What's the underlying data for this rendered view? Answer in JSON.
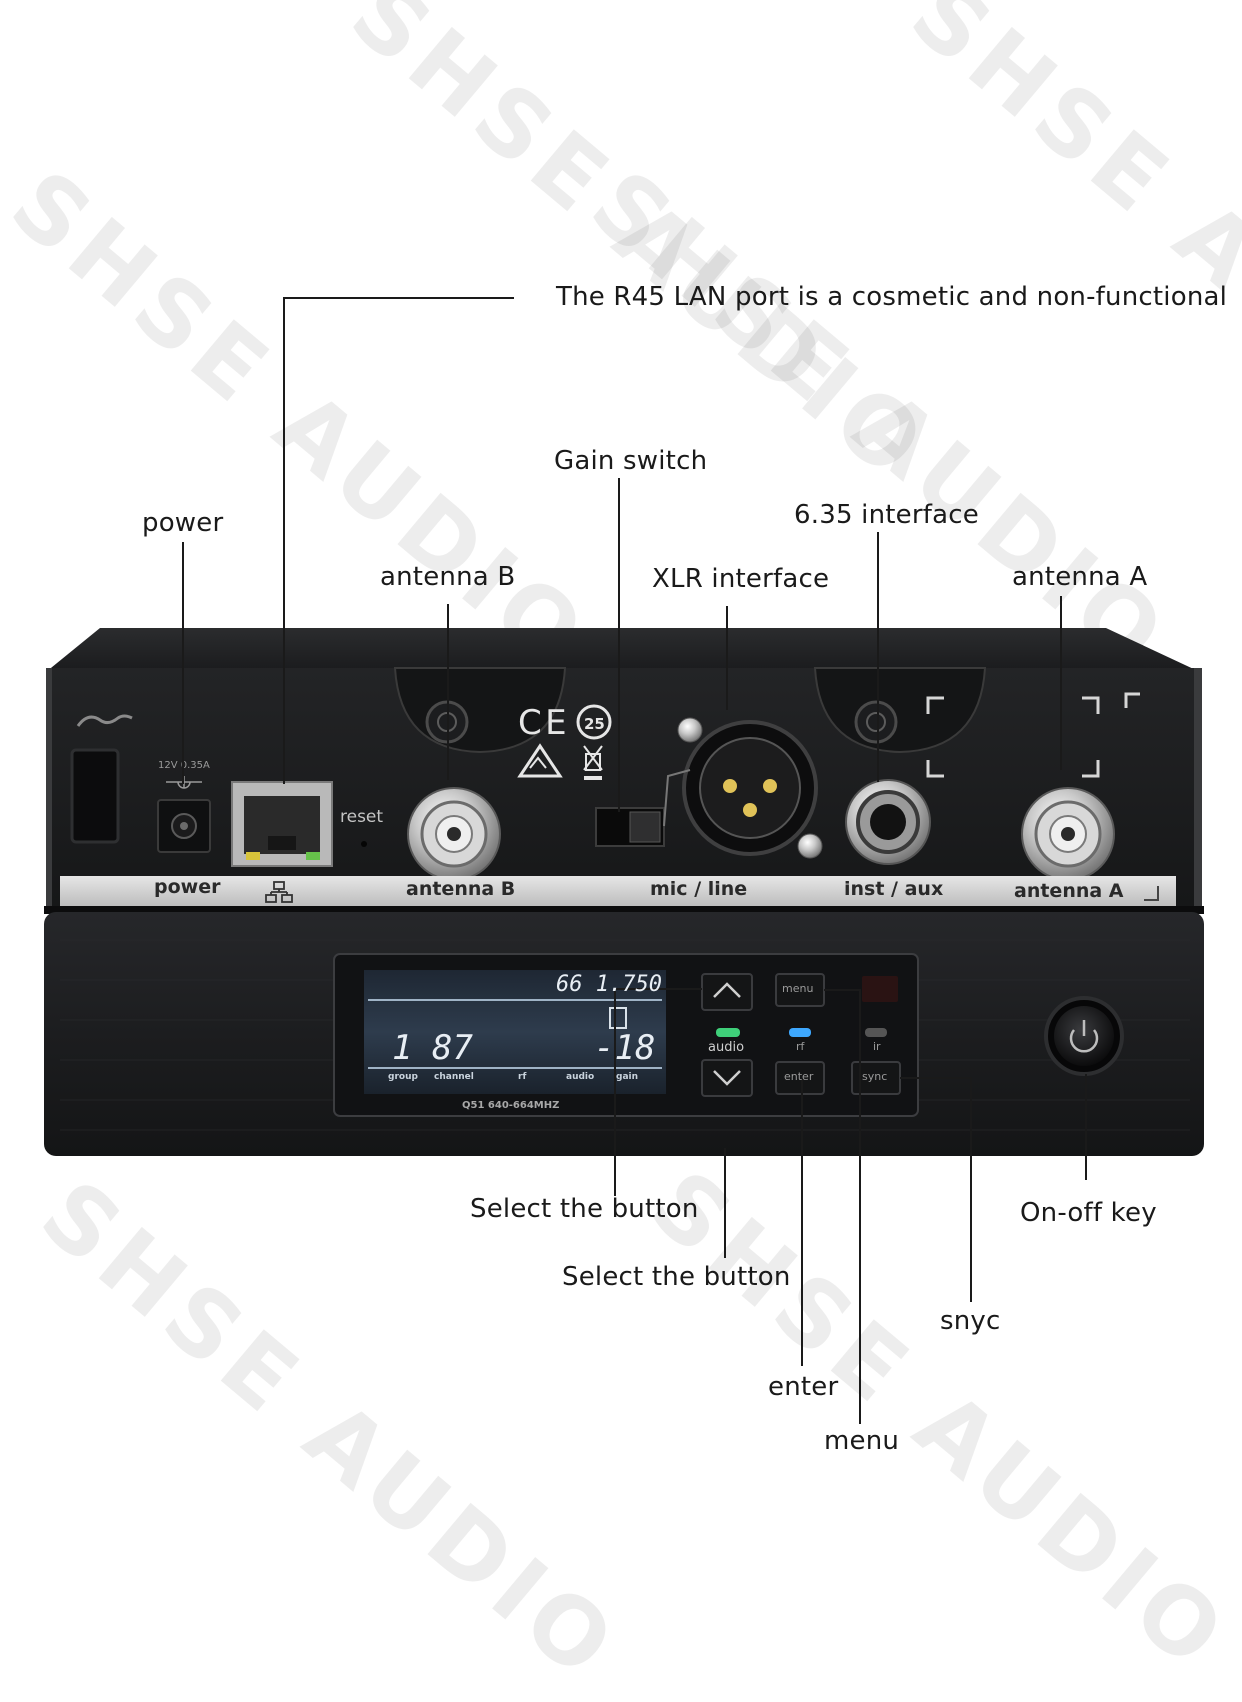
{
  "watermark": "SHSE AUDIO",
  "callouts": {
    "lan_note": "The R45 LAN port is a cosmetic and non-functional",
    "power": "power",
    "antenna_b": "antenna B",
    "gain_switch": "Gain switch",
    "xlr_interface": "XLR interface",
    "jack_interface": "6.35 interface",
    "antenna_a": "antenna A",
    "select_button_up": "Select the button",
    "select_button_down": "Select the button",
    "enter": "enter",
    "menu": "menu",
    "snyc": "snyc",
    "on_off_key": "On-off key"
  },
  "rear_panel": {
    "power_label": "power",
    "antenna_b_label": "antenna  B",
    "mic_line_label": "mic / line",
    "inst_aux_label": "inst / aux",
    "antenna_a_label": "antenna  A",
    "reset_label": "reset",
    "power_rating": "12V  0.35A"
  },
  "front_panel": {
    "lcd_frequency": "66 1.750",
    "lcd_group": "1",
    "lcd_channel": "87",
    "lcd_gain": "-18",
    "lcd_columns": [
      "group",
      "channel",
      "rf",
      "audio",
      "gain"
    ],
    "model_band": "Q51 640-664MHZ",
    "audio_led": "audio",
    "rf_led": "rf",
    "ir_led": "ir",
    "menu_button": "menu",
    "enter_button": "enter",
    "sync_button": "sync"
  },
  "colors": {
    "chassis": "#1e1f21",
    "label_strip": "#d4d4d4",
    "audio_led": "#3fd07a",
    "rf_led": "#3ea8ff",
    "ir_led": "#555555"
  }
}
